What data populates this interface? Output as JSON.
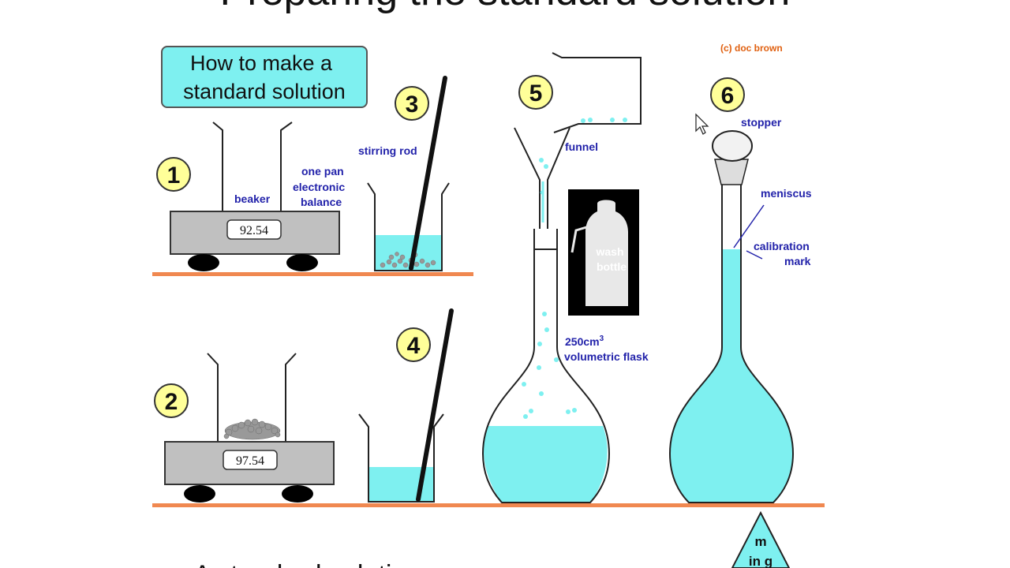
{
  "header": {
    "page_title_partial": "Preparing the standard solution"
  },
  "credit": "(c) doc brown",
  "title_box": {
    "line1": "How to make a",
    "line2": "standard solution"
  },
  "steps": [
    "1",
    "2",
    "3",
    "4",
    "5",
    "6"
  ],
  "labels": {
    "beaker": "beaker",
    "balance_line1": "one pan",
    "balance_line2": "electronic",
    "balance_line3": "balance",
    "stirring_rod": "stirring rod",
    "funnel": "funnel",
    "wash_line1": "wash",
    "wash_line2": "bottle",
    "flask_volume": "250cm",
    "flask_volume_sup": "3",
    "flask_type": "volumetric flask",
    "stopper": "stopper",
    "meniscus": "meniscus",
    "calibration_line1": "calibration",
    "calibration_line2": "mark"
  },
  "readouts": {
    "balance_1": "92.54",
    "balance_2": "97.54"
  },
  "triangle": {
    "line1": "m",
    "line2": "in g"
  },
  "bottom_text_partial": "A standard solution",
  "colors": {
    "solution": "#7ef0f0",
    "balance_body": "#c0c0c0",
    "bench": "#f08850",
    "title_box": "#7ef0f0",
    "step_circle": "#ffff99",
    "label": "#2222aa",
    "credit": "#e06010"
  }
}
